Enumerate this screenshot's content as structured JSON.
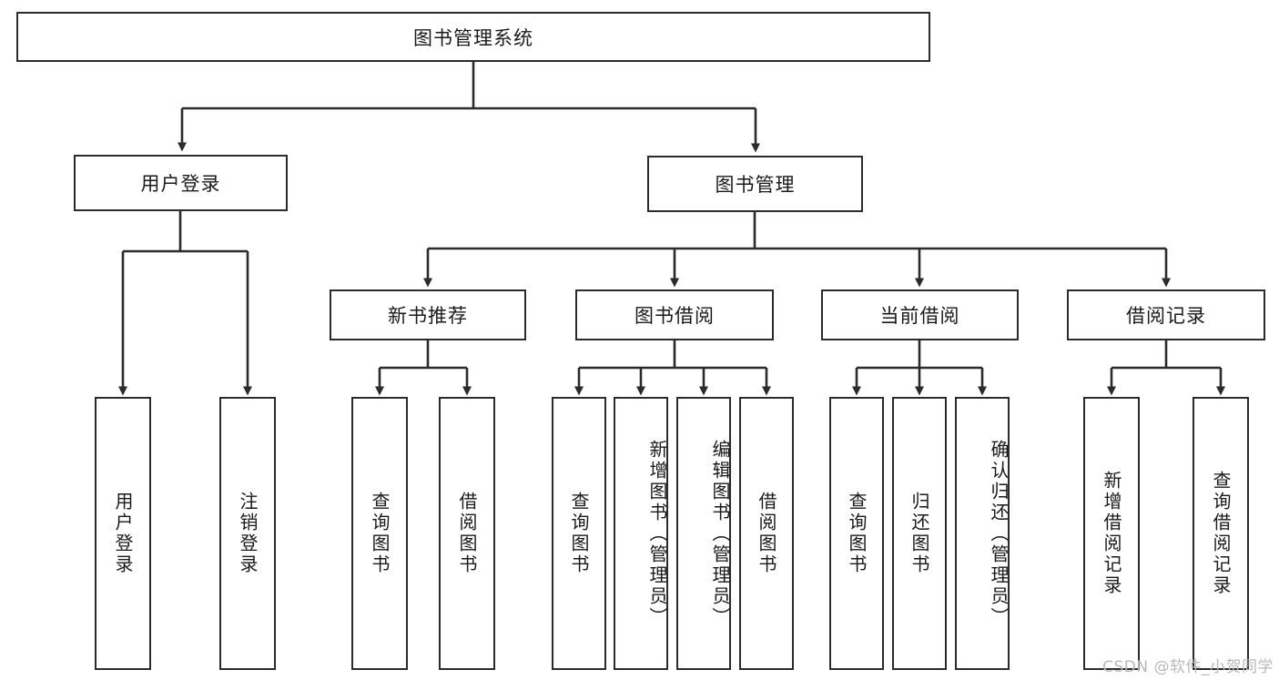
{
  "diagram": {
    "title": "图书管理系统",
    "type": "tree-hierarchy-diagram",
    "watermark": "CSDN @软件_小贺同学",
    "root": {
      "label": "图书管理系统"
    },
    "level2": [
      {
        "label": "用户登录"
      },
      {
        "label": "图书管理"
      }
    ],
    "level3": [
      {
        "label": "新书推荐"
      },
      {
        "label": "图书借阅"
      },
      {
        "label": "当前借阅"
      },
      {
        "label": "借阅记录"
      }
    ],
    "leaves": {
      "user_login": [
        {
          "label": "用户登录"
        },
        {
          "label": "注销登录"
        }
      ],
      "new_book_recommend": [
        {
          "label": "查询图书"
        },
        {
          "label": "借阅图书"
        }
      ],
      "book_borrow": [
        {
          "label": "查询图书"
        },
        {
          "label": "新增图书（管理员）"
        },
        {
          "label": "编辑图书（管理员）"
        },
        {
          "label": "借阅图书"
        }
      ],
      "current_borrow": [
        {
          "label": "查询图书"
        },
        {
          "label": "归还图书"
        },
        {
          "label": "确认归还（管理员）"
        }
      ],
      "borrow_records": [
        {
          "label": "新增借阅记录"
        },
        {
          "label": "查询借阅记录"
        }
      ]
    },
    "colors": {
      "stroke": "#2b2b2b",
      "fill": "#ffffff",
      "text": "#1a1a1a",
      "watermark": "#b9b9b9"
    }
  }
}
